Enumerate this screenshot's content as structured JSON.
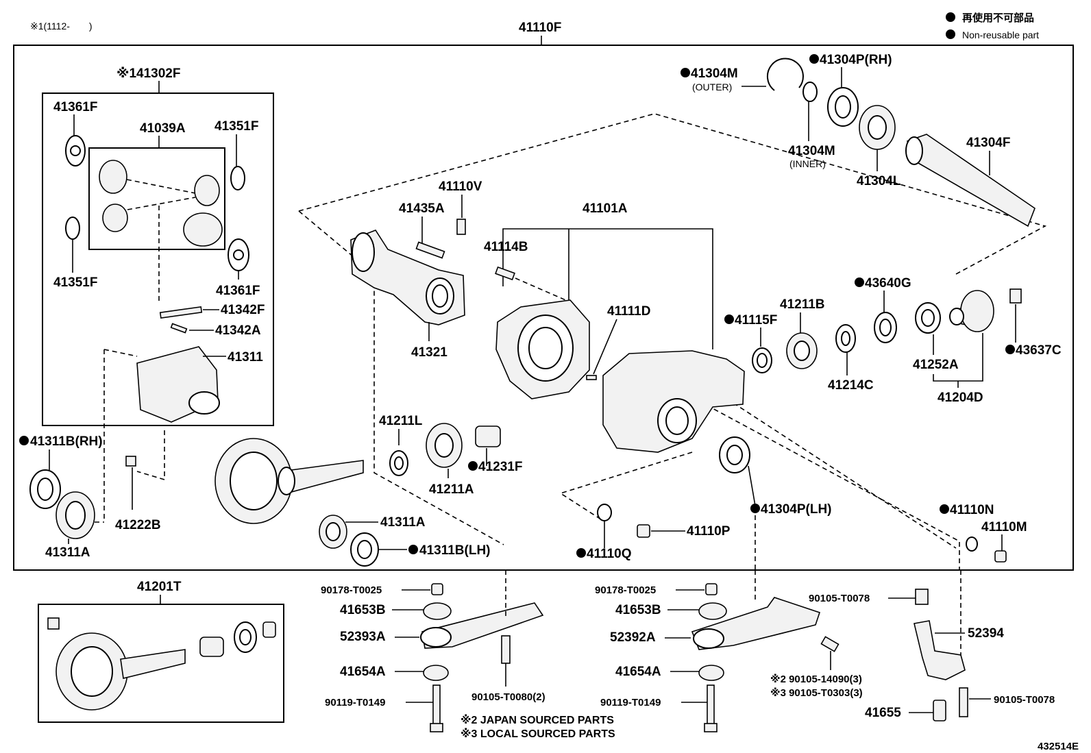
{
  "header": {
    "note_code": "※1(1112-　　)",
    "assembly_number": "41110F",
    "legend_jp": "再使用不可部品",
    "legend_en": "Non-reusable part"
  },
  "labels": {
    "l41302F": "※141302F",
    "l41361F_a": "41361F",
    "l41039A": "41039A",
    "l41351F_a": "41351F",
    "l41351F_b": "41351F",
    "l41361F_b": "41361F",
    "l41342F": "41342F",
    "l41342A": "41342A",
    "l41311": "41311",
    "l41311B_RH": "41311B(RH)",
    "l41222B": "41222B",
    "l41311A_a": "41311A",
    "l41311A_b": "41311A",
    "l41311B_LH": "41311B(LH)",
    "l41435A": "41435A",
    "l41110V": "41110V",
    "l41321": "41321",
    "l41211L": "41211L",
    "l41211A": "41211A",
    "l41231F": "41231F",
    "l41101A": "41101A",
    "l41114B": "41114B",
    "l41111D": "41111D",
    "l41115F": "41115F",
    "l41211B": "41211B",
    "l43640G": "43640G",
    "l41214C": "41214C",
    "l41252A": "41252A",
    "l41204D": "41204D",
    "l43637C": "43637C",
    "l41304M_outer": "41304M",
    "l_outer": "(OUTER)",
    "l41304P_RH": "41304P(RH)",
    "l41304M_inner": "41304M",
    "l_inner": "(INNER)",
    "l41304L": "41304L",
    "l41304F": "41304F",
    "l41304P_LH": "41304P(LH)",
    "l41110Q": "41110Q",
    "l41110P": "41110P",
    "l41110N": "41110N",
    "l41110M": "41110M",
    "l41201T": "41201T",
    "l90178_a": "90178-T0025",
    "l41653B_a": "41653B",
    "l52393A": "52393A",
    "l41654A_a": "41654A",
    "l90119_a": "90119-T0149",
    "l90105_T0080": "90105-T0080(2)",
    "l90178_b": "90178-T0025",
    "l41653B_b": "41653B",
    "l52392A": "52392A",
    "l41654A_b": "41654A",
    "l90119_b": "90119-T0149",
    "l90105_T0078_a": "90105-T0078",
    "l52394": "52394",
    "l90105_14090": "※2 90105-14090(3)",
    "l90105_T0303": "※3 90105-T0303(3)",
    "l41655": "41655",
    "l90105_T0078_b": "90105-T0078"
  },
  "notes": {
    "japan": "※2 JAPAN SOURCED PARTS",
    "local": "※3 LOCAL SOURCED PARTS"
  },
  "footer": {
    "figure_number": "432514E"
  }
}
